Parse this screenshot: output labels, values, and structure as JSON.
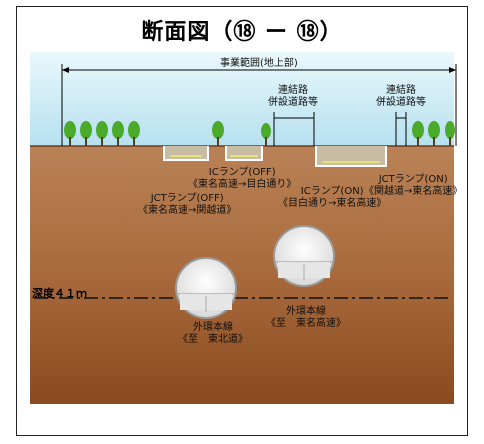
{
  "title": "断面図（⑱ ー ⑱）",
  "project_range": "事業範囲(地上部)",
  "labels": {
    "link_road_1": [
      "連結路",
      "併設道路等"
    ],
    "link_road_2": [
      "連結路",
      "併設道路等"
    ],
    "ic_ramp_off": [
      "ICランプ(OFF)",
      "《東名高速→目白通り》"
    ],
    "jct_ramp_off": [
      "JCTランプ(OFF)",
      "《東名高速→関越道》"
    ],
    "ic_ramp_on": [
      "ICランプ(ON)",
      "《目白通り→東名高速》"
    ],
    "jct_ramp_on": [
      "JCTランプ(ON)",
      "《関越道→東名高速》"
    ],
    "gaikan_north": [
      "外環本線",
      "《至　東北道》"
    ],
    "gaikan_tomei": [
      "外環本線",
      "《至　東名高速》"
    ]
  },
  "depth_label": "深度４１ｍ",
  "colors": {
    "sky": "#bfe6f2",
    "ground_top": "#b87a4e",
    "ground_bottom": "#8a4a1f",
    "tree": "#4caa2a"
  }
}
